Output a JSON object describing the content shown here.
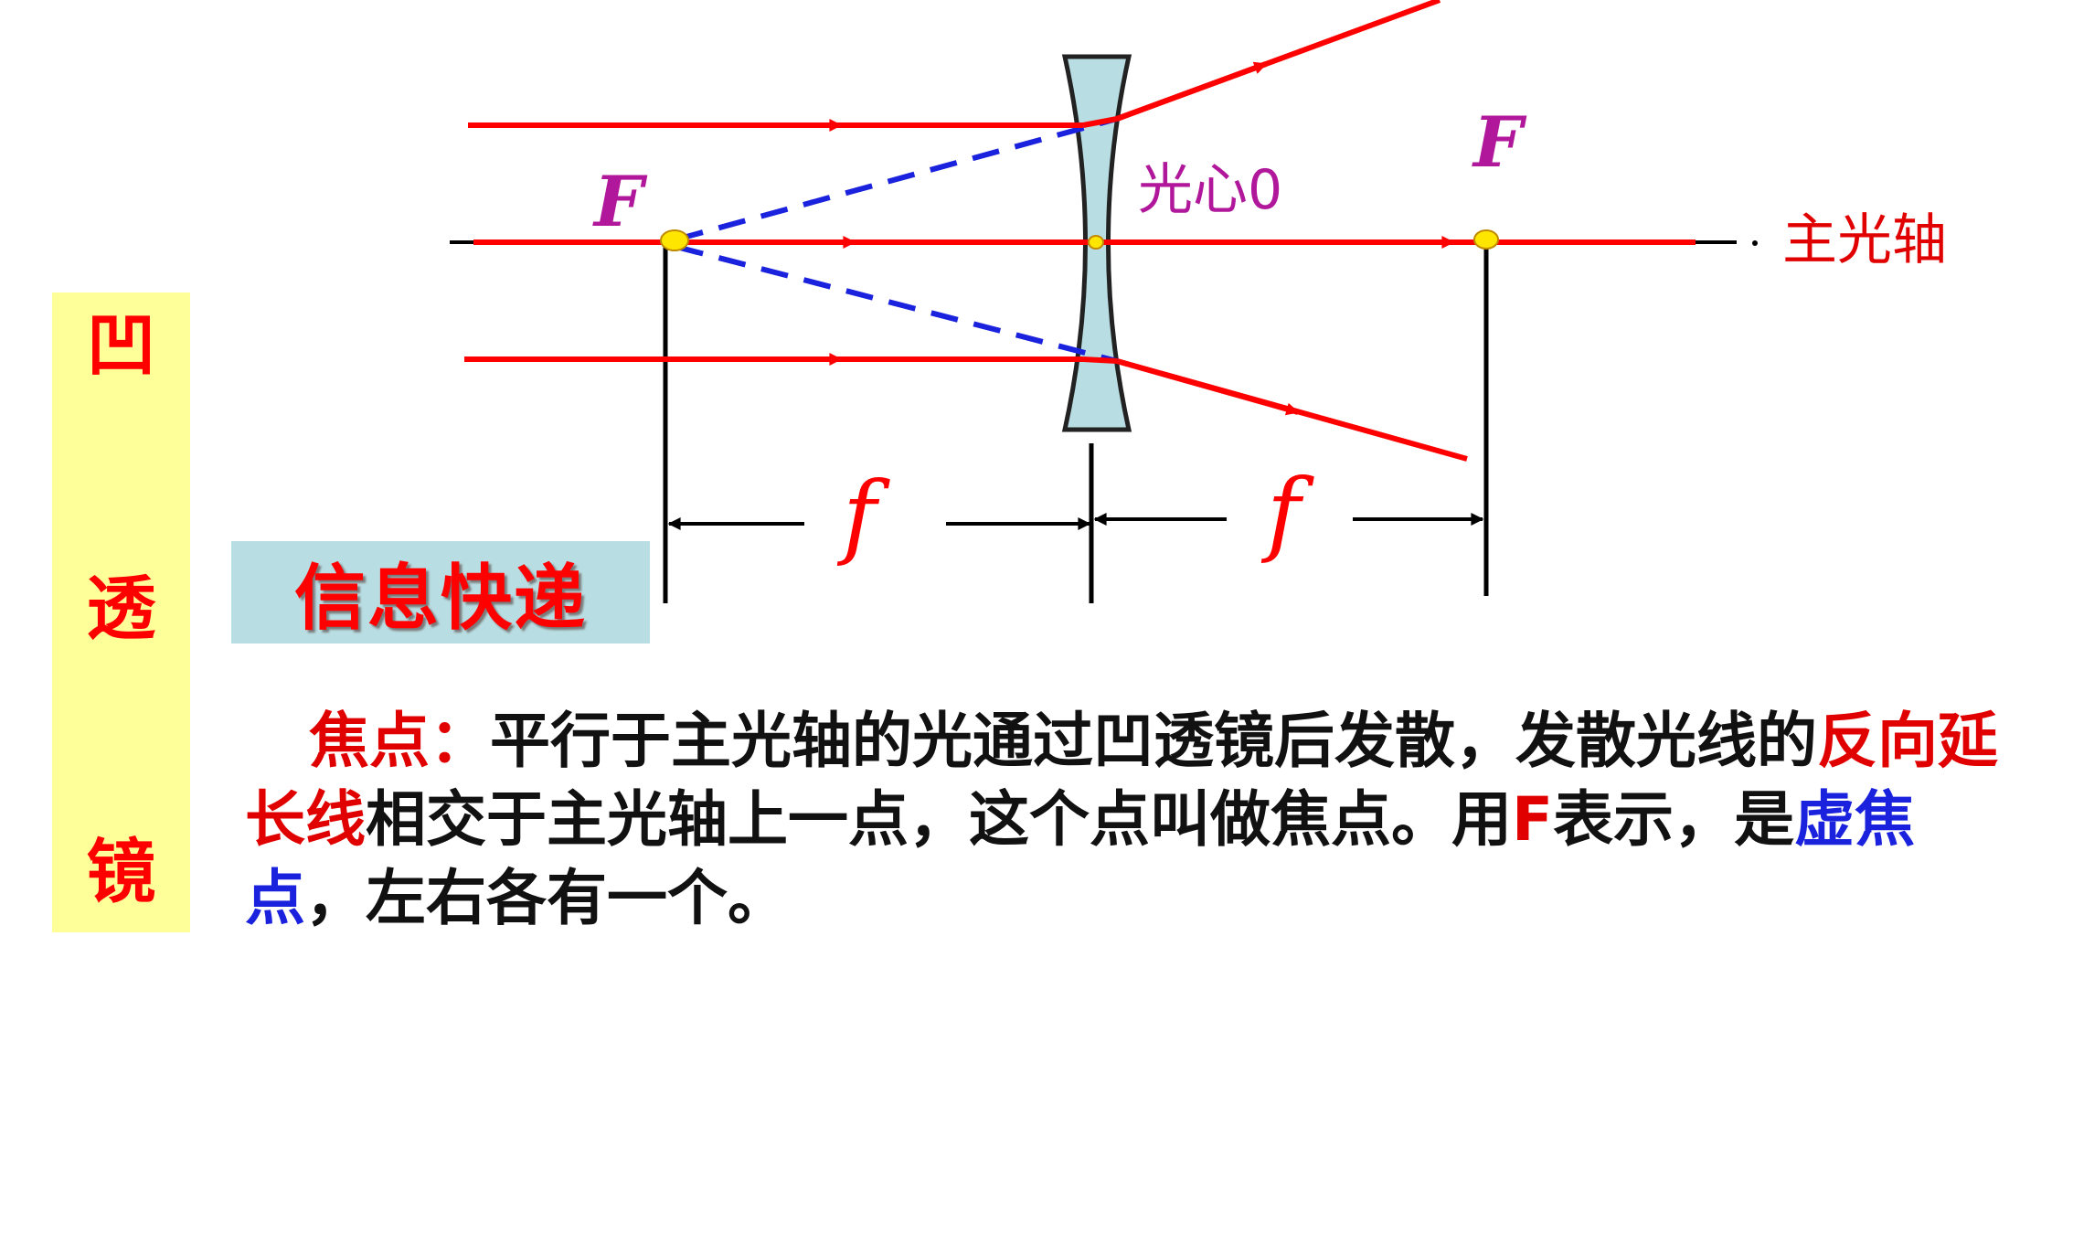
{
  "side_title": [
    "凹",
    "透",
    "镜"
  ],
  "diagram": {
    "focus_left_label": "F",
    "focus_right_label": "F",
    "optical_center_label": "光心0",
    "principal_axis_label": "主光轴",
    "focal_length_left": "f",
    "focal_length_right": "f"
  },
  "info_box": {
    "title": "信息快递"
  },
  "paragraph": {
    "term": "焦点：",
    "text1": "平行于主光轴的光通过凹透镜后发散，发散光线的",
    "emph_red": "反向延长线",
    "text2": "相交于主光轴上一点，这个点叫做焦点。用",
    "letter_F": "F",
    "text3": "表示，是",
    "emph_blue": "虚焦点",
    "text4": "，左右各有一个。"
  },
  "colors": {
    "ray": "#ff0000",
    "virtual_ray": "#1a22dd",
    "lens_fill": "#b8dde2",
    "focus_point": "#ffe600",
    "banner": "#ffff99",
    "label_magenta": "#b0179a"
  }
}
